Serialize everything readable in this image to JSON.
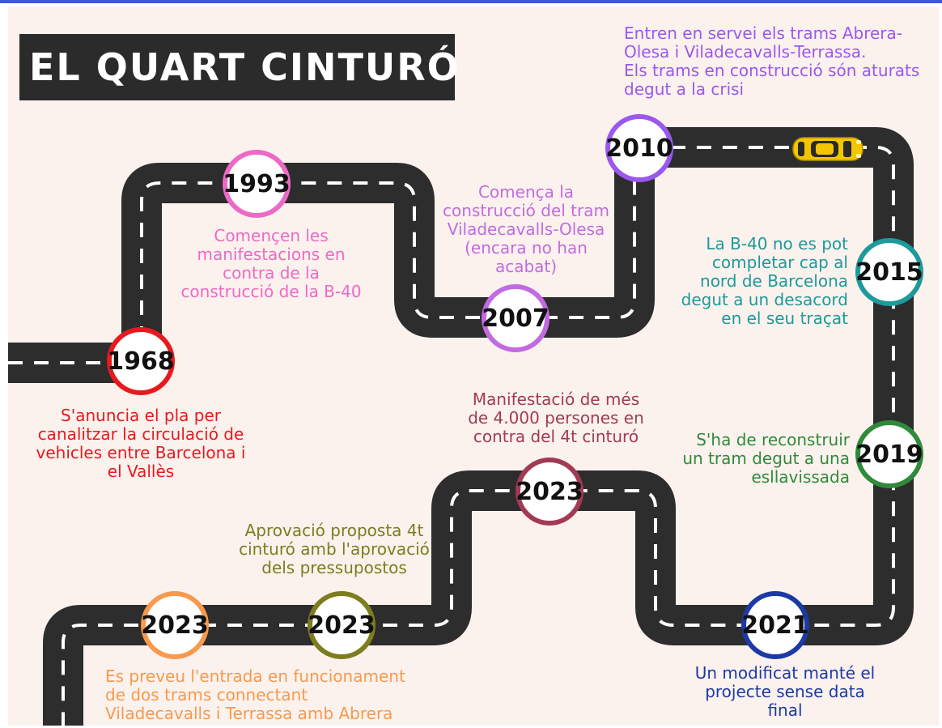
{
  "title": "EL QUART CINTURÓ",
  "colors": {
    "road": "#2d2d2d",
    "dash": "#ffffff",
    "background": "#fbf1ed",
    "car": "#f5c500"
  },
  "milestones": [
    {
      "year": "1968",
      "color": "#e8191e",
      "caption": [
        "S'anuncia el pla per",
        "canalitzar la circulació de",
        "vehicles entre Barcelona i",
        "el Vallès"
      ]
    },
    {
      "year": "1993",
      "color": "#ec6ac5",
      "caption": [
        "Començen les",
        "manifestacions en",
        "contra de la",
        "construcció de la B-40"
      ]
    },
    {
      "year": "2007",
      "color": "#c26be0",
      "caption": [
        "Comença la",
        "construcció del tram",
        "Viladecavalls-Olesa",
        "(encara no han",
        "acabat)"
      ]
    },
    {
      "year": "2010",
      "color": "#9a58ee",
      "caption": [
        "Entren en servei els trams Abrera-",
        "Olesa i Viladecavalls-Terrassa.",
        "Els trams en construcció són aturats",
        "degut a la crisi"
      ]
    },
    {
      "year": "2015",
      "color": "#1d9a9a",
      "caption": [
        "La B-40 no es pot",
        "completar cap al",
        "nord de Barcelona",
        "degut a un desacord",
        "en el seu traçat"
      ]
    },
    {
      "year": "2019",
      "color": "#2f8a3b",
      "caption": [
        "S'ha de reconstruir",
        "un tram degut a una",
        "esllavissada"
      ]
    },
    {
      "year": "2021",
      "color": "#1b3aa6",
      "caption": [
        "Un modificat manté el",
        "projecte sense data",
        "final"
      ]
    },
    {
      "year": "2023",
      "color": "#a33a55",
      "caption": [
        "Manifestació de més",
        "de 4.000 persones en",
        "contra del 4t cinturó"
      ]
    },
    {
      "year": "2023",
      "color": "#7d7d1e",
      "caption": [
        "Aprovació proposta 4t",
        "cinturó amb l'aprovació",
        "dels pressupostos"
      ]
    },
    {
      "year": "2023",
      "color": "#f79a4d",
      "caption": [
        "Es preveu l'entrada en funcionament",
        "de dos trams connectant",
        "Viladecavalls i Terrassa amb Abrera"
      ]
    }
  ]
}
